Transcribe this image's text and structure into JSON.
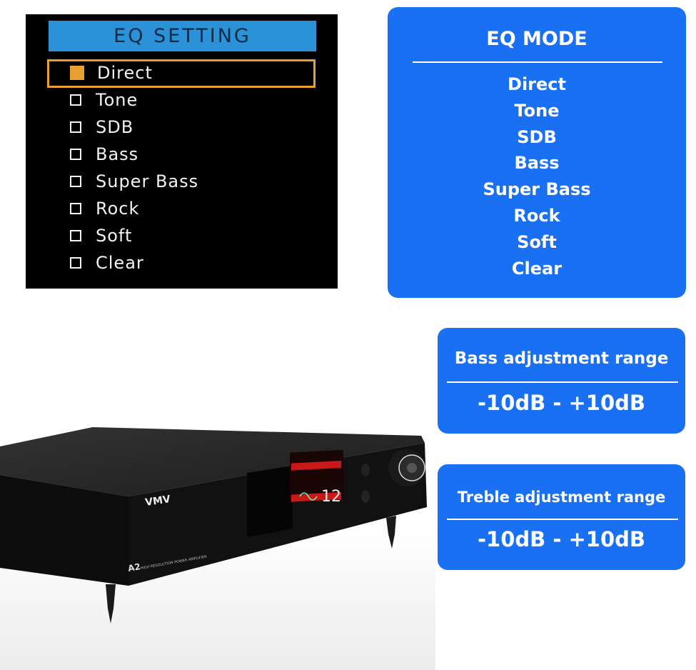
{
  "eq_setting": {
    "title": "EQ SETTING",
    "selected_index": 0,
    "items": [
      "Direct",
      "Tone",
      "SDB",
      "Bass",
      "Super Bass",
      "Rock",
      "Soft",
      "Clear"
    ]
  },
  "eq_mode_card": {
    "title": "EQ MODE",
    "items": [
      "Direct",
      "Tone",
      "SDB",
      "Bass",
      "Super Bass",
      "Rock",
      "Soft",
      "Clear"
    ]
  },
  "bass_card": {
    "title": "Bass adjustment range",
    "value": "-10dB - +10dB"
  },
  "treble_card": {
    "title": "Treble adjustment range",
    "value": "-10dB - +10dB"
  },
  "device": {
    "brand": "VMV",
    "model": "A2",
    "subtitle": "HIGH RESOLUTION POWER AMPLIFIER",
    "display_value": "12"
  },
  "colors": {
    "accent_blue": "#1a70f2",
    "header_blue": "#2b92d8",
    "selection_orange": "#e8a030"
  }
}
